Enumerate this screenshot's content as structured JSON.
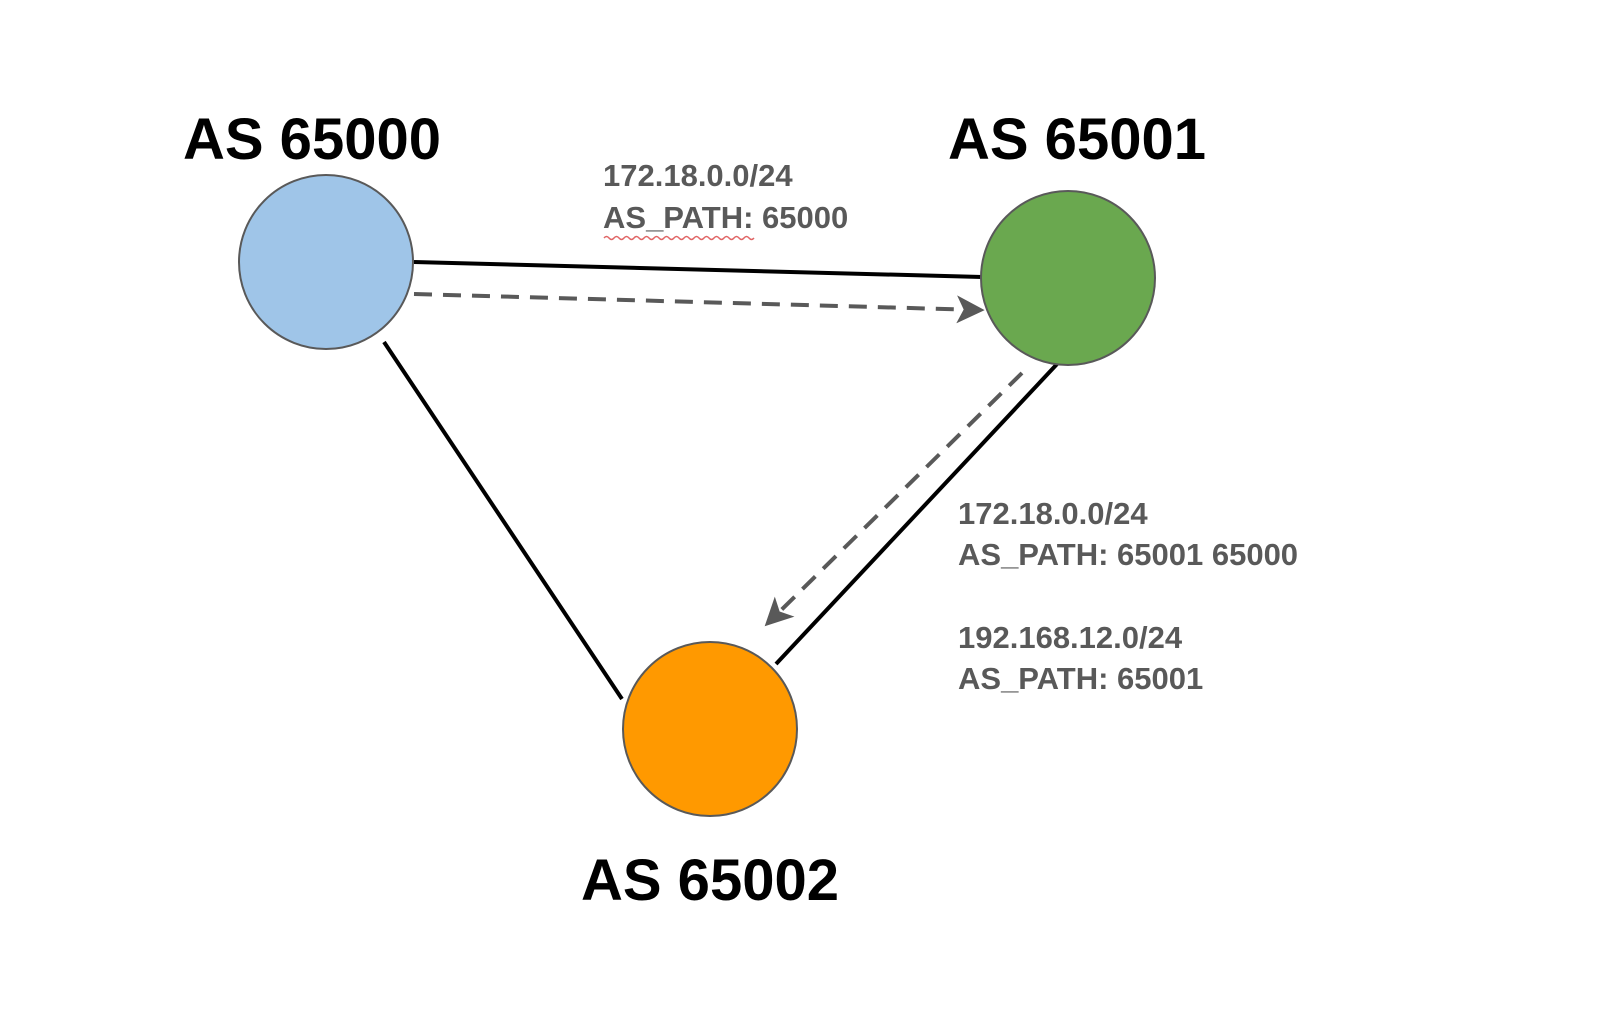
{
  "nodes": {
    "as65000": {
      "label": "AS 65000",
      "color": "#9fc5e8"
    },
    "as65001": {
      "label": "AS 65001",
      "color": "#6aa84f"
    },
    "as65002": {
      "label": "AS 65002",
      "color": "#ff9900"
    }
  },
  "links": [
    {
      "from": "AS 65000",
      "to": "AS 65001"
    },
    {
      "from": "AS 65001",
      "to": "AS 65002"
    },
    {
      "from": "AS 65000",
      "to": "AS 65002"
    }
  ],
  "advertisements": {
    "a_to_b": {
      "from": "AS 65000",
      "to": "AS 65001",
      "prefix": "172.18.0.0/24",
      "as_path": "AS_PATH: 65000"
    },
    "b_to_c": {
      "from": "AS 65001",
      "to": "AS 65002",
      "prefix": "172.18.0.0/24",
      "as_path": "AS_PATH: 65001 65000"
    },
    "b_to_c_2": {
      "from": "AS 65001",
      "to": "AS 65002",
      "prefix": "192.168.12.0/24",
      "as_path": "AS_PATH: 65001"
    }
  },
  "colors": {
    "link": "#000000",
    "advertisement_arrow": "#595959",
    "route_text": "#595959",
    "node_outline": "#595959",
    "spellcheck_underline": "#e06666"
  }
}
